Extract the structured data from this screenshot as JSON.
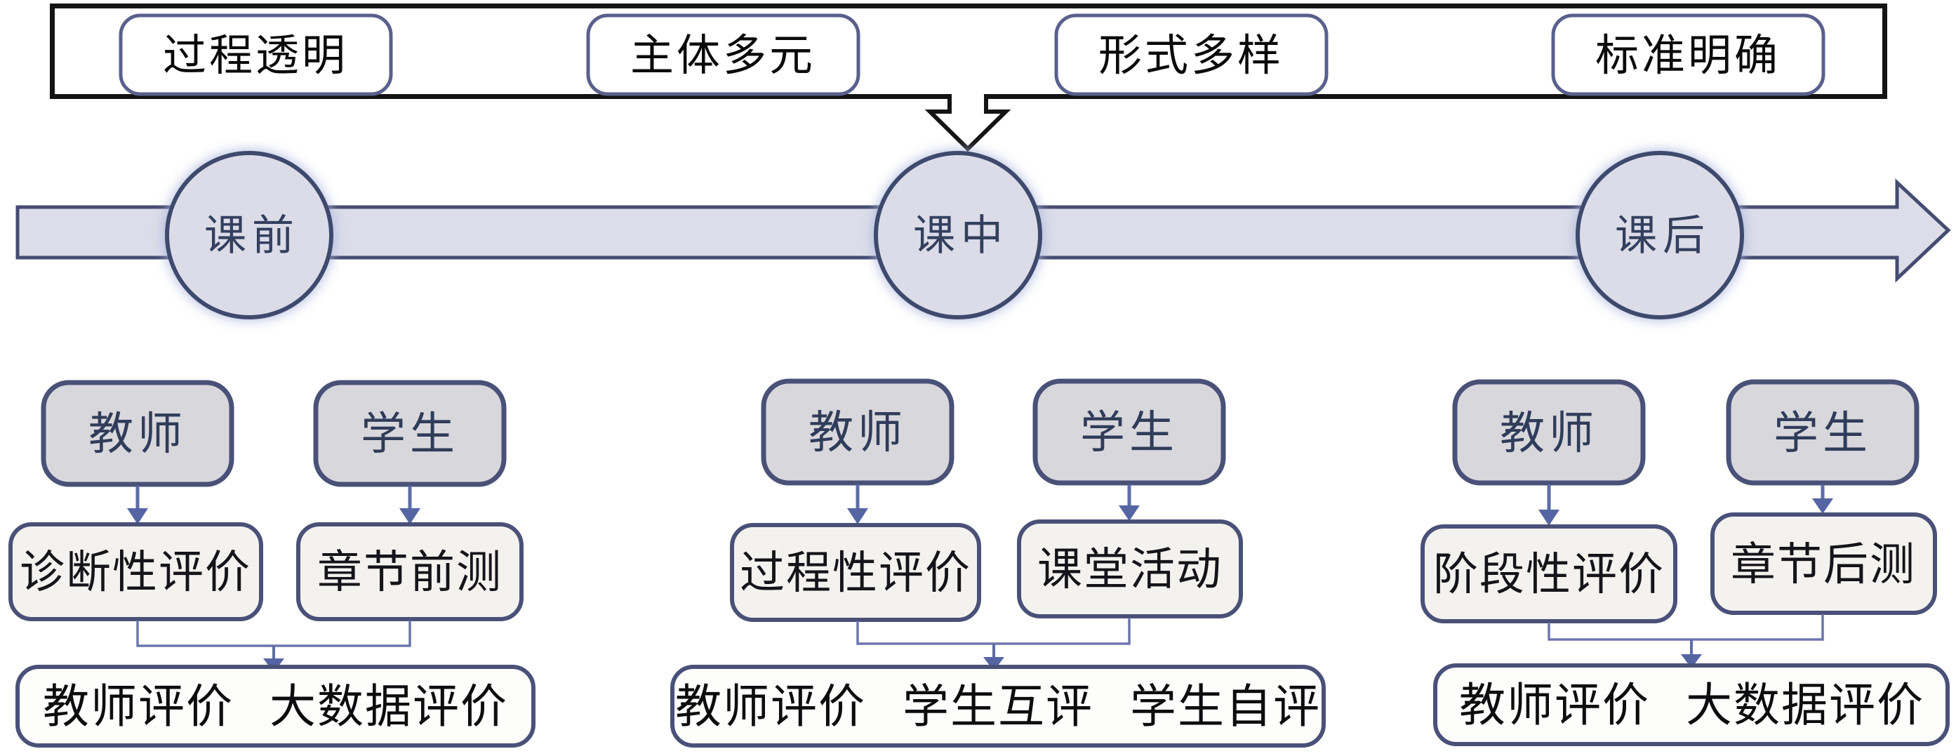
{
  "banner": {
    "principles": [
      {
        "label": "过程透明"
      },
      {
        "label": "主体多元"
      },
      {
        "label": "形式多样"
      },
      {
        "label": "标准明确"
      }
    ]
  },
  "timeline": {
    "phases": [
      {
        "label": "课前"
      },
      {
        "label": "课中"
      },
      {
        "label": "课后"
      }
    ]
  },
  "groups": [
    {
      "phase": "课前",
      "actors": [
        {
          "label": "教师"
        },
        {
          "label": "学生"
        }
      ],
      "activities": [
        {
          "label": "诊断性评价"
        },
        {
          "label": "章节前测"
        }
      ],
      "result": {
        "parts": [
          "教师评价",
          "大数据评价"
        ]
      }
    },
    {
      "phase": "课中",
      "actors": [
        {
          "label": "教师"
        },
        {
          "label": "学生"
        }
      ],
      "activities": [
        {
          "label": "过程性评价"
        },
        {
          "label": "课堂活动"
        }
      ],
      "result": {
        "parts": [
          "教师评价",
          "学生互评",
          "学生自评"
        ]
      }
    },
    {
      "phase": "课后",
      "actors": [
        {
          "label": "教师"
        },
        {
          "label": "学生"
        }
      ],
      "activities": [
        {
          "label": "阶段性评价"
        },
        {
          "label": "章节后测"
        }
      ],
      "result": {
        "parts": [
          "教师评价",
          "大数据评价"
        ]
      }
    }
  ],
  "colors": {
    "banner_border": "#141414",
    "principle_border": "#59608c",
    "band_fill": "#dcdde9",
    "band_border": "#454c70",
    "circle_fill": "#dbdce8",
    "circle_border": "#3e4a6d",
    "circle_glow": "#a9b4dc",
    "role_fill": "#d8d7dc",
    "eval_fill": "#f4f2ee",
    "result_fill": "#fdfdfb",
    "box_border": "#4a5178",
    "connector": "#5e6ca6"
  }
}
